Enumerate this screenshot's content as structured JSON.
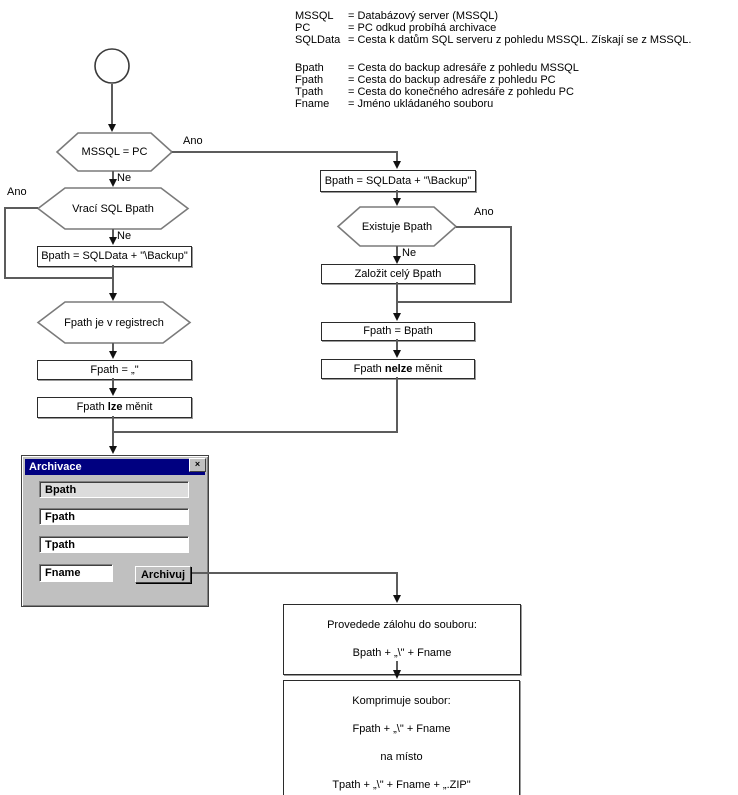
{
  "legend": {
    "items": [
      {
        "term": "MSSQL",
        "def": "= Databázový server (MSSQL)"
      },
      {
        "term": "PC",
        "def": "= PC odkud probíhá archivace"
      },
      {
        "term": "SQLData",
        "def": "= Cesta k datům SQL serveru z pohledu MSSQL. Získají se z MSSQL."
      },
      {
        "term": "Bpath",
        "def": "= Cesta do backup adresáře z pohledu MSSQL"
      },
      {
        "term": "Fpath",
        "def": "= Cesta do backup adresáře z pohledu PC"
      },
      {
        "term": "Tpath",
        "def": "= Cesta do konečného adresáře z pohledu PC"
      },
      {
        "term": "Fname",
        "def": "= Jméno ukládaného souboru"
      }
    ]
  },
  "flow": {
    "labels": {
      "ano": "Ano",
      "ne": "Ne"
    },
    "decision_mssql_pc": "MSSQL = PC",
    "decision_vraci_sql_bpath": "Vrací SQL Bpath",
    "proc_bpath_backup_left": "Bpath = SQLData + \"\\Backup\"",
    "decision_fpath_registry": "Fpath je v registrech",
    "proc_fpath_empty": "Fpath = „\"",
    "proc_fpath_lze": {
      "pre": "Fpath ",
      "bold": "lze",
      "post": " měnit"
    },
    "proc_bpath_backup_right": "Bpath = SQLData + \"\\Backup\"",
    "decision_existuje_bpath": "Existuje Bpath",
    "proc_zalozit_bpath": "Založit celý Bpath",
    "proc_fpath_eq_bpath": "Fpath = Bpath",
    "proc_fpath_nelze": {
      "pre": "Fpath ",
      "bold": "nelze",
      "post": " měnit"
    },
    "proc_backup": {
      "line1": "Provedede zálohu do souboru:",
      "line2": "Bpath + „\\\" + Fname"
    },
    "proc_compress": {
      "line1": "Komprimuje soubor:",
      "line2": "Fpath + „\\\" + Fname",
      "line3": "na místo",
      "line4": "Tpath + „\\\" + Fname + „.ZIP\""
    }
  },
  "dialog": {
    "title": "Archivace",
    "close_glyph": "×",
    "fields": [
      {
        "label": "Bpath"
      },
      {
        "label": "Fpath"
      },
      {
        "label": "Tpath"
      },
      {
        "label": "Fname"
      }
    ],
    "button_label": "Archivuj"
  },
  "colors": {
    "titlebar": "#000080",
    "dialog_body": "#c0c0c0",
    "line": "#5c5c5c"
  }
}
